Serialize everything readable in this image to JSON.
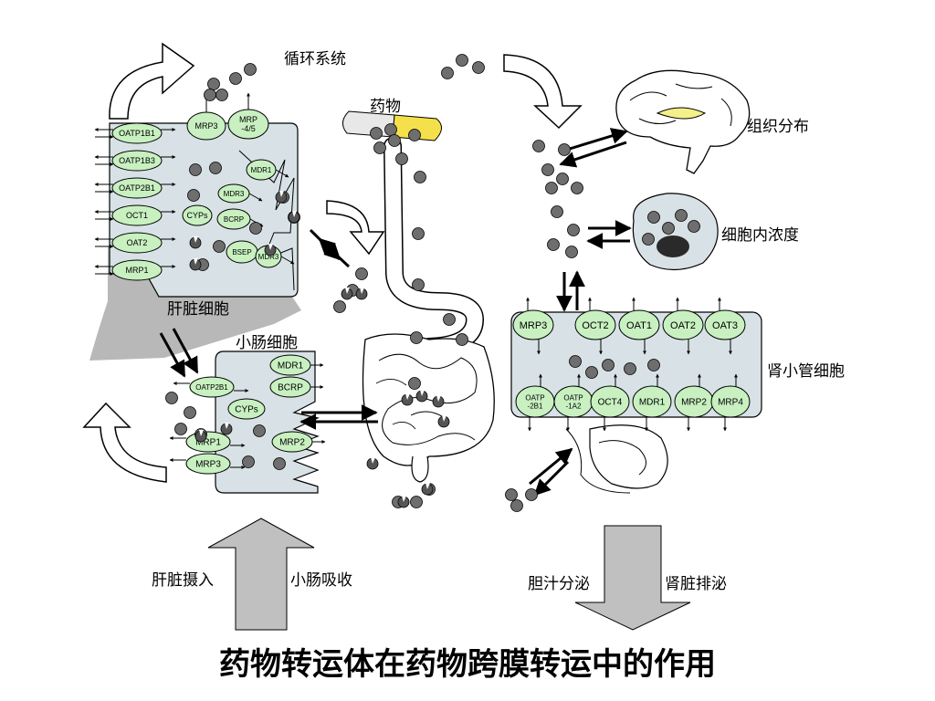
{
  "title": "药物转运体在药物跨膜转运中的作用",
  "labels": {
    "circulation": "循环系统",
    "drug": "药物",
    "tissue_distribution": "组织分布",
    "intracellular_concentration": "细胞内浓度",
    "hepatocyte": "肝脏细胞",
    "enterocyte": "小肠细胞",
    "renal_tubular_cell": "肾小管细胞",
    "hepatic_uptake": "肝脏摄入",
    "intestinal_absorption": "小肠吸收",
    "biliary_secretion": "胆汁分泌",
    "renal_excretion": "肾脏排泌"
  },
  "hepatocyte_transporters": {
    "basolateral": [
      "OATP1B1",
      "OATP1B3",
      "OATP2B1",
      "OCT1",
      "OAT2",
      "MRP1"
    ],
    "top": [
      "MRP3",
      "MRP\n-4/5"
    ],
    "canalicular": [
      "MDR1",
      "MDR3",
      "BCRP",
      "BSEP",
      "MDR3"
    ],
    "enzyme": "CYPs"
  },
  "enterocyte_transporters": {
    "basolateral": [
      "OATP2B1",
      "MRP1",
      "MRP3"
    ],
    "apical": [
      "MDR1",
      "BCRP",
      "MRP2"
    ],
    "enzyme": "CYPs"
  },
  "renal_transporters": {
    "basolateral": [
      "MRP3",
      "OCT2",
      "OAT1",
      "OAT2",
      "OAT3"
    ],
    "apical": [
      "OATP\n-2B1",
      "OATP\n-1A2",
      "OCT4",
      "MDR1",
      "MRP2",
      "MRP4"
    ]
  },
  "colors": {
    "transporter_fill": "#c8f0c0",
    "cell_fill": "#d8e2e6",
    "liver_fill": "#b8b8b8",
    "drug_dot": "#6e6e6e",
    "capsule_yellow": "#f4e04a",
    "brain_highlight": "#f4f08a",
    "arrow_gray": "#c0c0c0"
  }
}
